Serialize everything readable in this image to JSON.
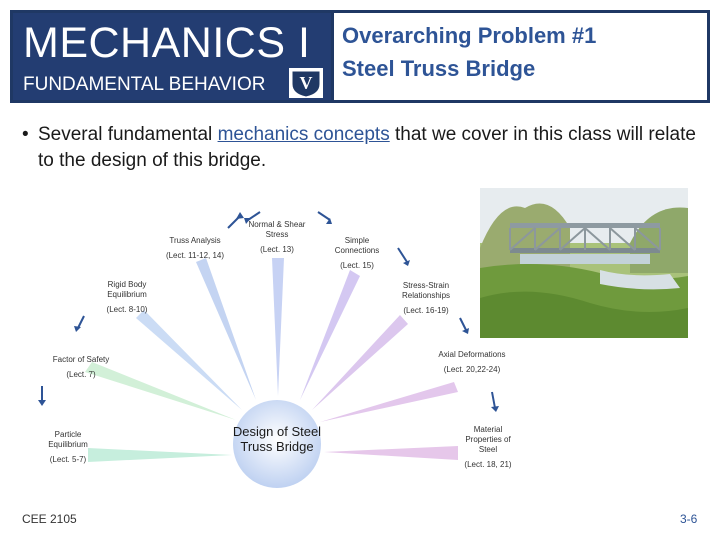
{
  "header": {
    "title": "MECHANICS I",
    "subtitle": "FUNDAMENTAL BEHAVIOR",
    "problem_line1": "Overarching Problem #1",
    "problem_line2": "Steel Truss Bridge",
    "logo_letter": "V"
  },
  "bullet": {
    "text_before": "Several fundamental ",
    "highlight": "mechanics concepts",
    "text_after": " that we cover in this class will relate to the design of this bridge."
  },
  "diagram": {
    "center": "Design of Steel Truss Bridge",
    "nodes": [
      {
        "label": "Particle Equilibrium",
        "lecture": "(Lect. 5-7)"
      },
      {
        "label": "Factor of Safety",
        "lecture": "(Lect. 7)"
      },
      {
        "label": "Rigid Body Equilibrium",
        "lecture": "(Lect. 8-10)"
      },
      {
        "label": "Truss Analysis",
        "lecture": "(Lect. 11-12, 14)"
      },
      {
        "label": "Normal & Shear Stress",
        "lecture": "(Lect. 13)"
      },
      {
        "label": "Simple Connections",
        "lecture": "(Lect. 15)"
      },
      {
        "label": "Stress-Strain Relationships",
        "lecture": "(Lect. 16-19)"
      },
      {
        "label": "Axial Deformations",
        "lecture": "(Lect. 20,22-24)"
      },
      {
        "label": "Material Properties of Steel",
        "lecture": "(Lect. 18, 21)"
      }
    ],
    "colors": {
      "center": "#c7d6f2",
      "spoke1": "#c9e8d9",
      "spoke2": "#c7d6f2",
      "spoke3": "#e0c6ec",
      "accent": "#2e5496"
    }
  },
  "photo": {
    "subject": "steel-truss-bridge-photo"
  },
  "footer": {
    "course": "CEE 2105",
    "page": "3-6"
  }
}
